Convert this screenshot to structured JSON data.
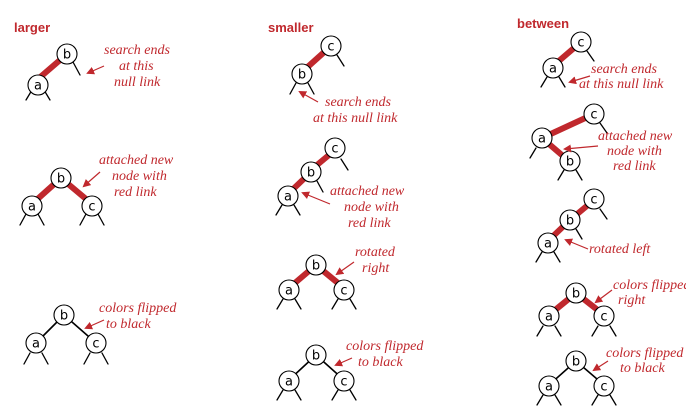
{
  "columns": [
    {
      "heading": "larger",
      "steps": [
        {
          "annotation": [
            "search ends",
            "at this",
            "null link"
          ],
          "nodes": [
            {
              "id": "b",
              "label": "b"
            },
            {
              "id": "a",
              "label": "a"
            }
          ],
          "links": [
            {
              "from": "b",
              "to": "a",
              "color": "red"
            }
          ]
        },
        {
          "annotation": [
            "attached new",
            "node with",
            "red link"
          ],
          "nodes": [
            {
              "id": "b",
              "label": "b"
            },
            {
              "id": "a",
              "label": "a"
            },
            {
              "id": "c",
              "label": "c"
            }
          ],
          "links": [
            {
              "from": "b",
              "to": "a",
              "color": "red"
            },
            {
              "from": "b",
              "to": "c",
              "color": "red"
            }
          ]
        },
        {
          "annotation": [
            "colors flipped",
            "to black"
          ],
          "nodes": [
            {
              "id": "b",
              "label": "b"
            },
            {
              "id": "a",
              "label": "a"
            },
            {
              "id": "c",
              "label": "c"
            }
          ],
          "links": [
            {
              "from": "b",
              "to": "a",
              "color": "black"
            },
            {
              "from": "b",
              "to": "c",
              "color": "black"
            }
          ]
        }
      ]
    },
    {
      "heading": "smaller",
      "steps": [
        {
          "annotation": [
            "search ends",
            "at this null link"
          ],
          "nodes": [
            {
              "id": "c",
              "label": "c"
            },
            {
              "id": "b",
              "label": "b"
            }
          ],
          "links": [
            {
              "from": "c",
              "to": "b",
              "color": "red"
            }
          ]
        },
        {
          "annotation": [
            "attached new",
            "node with",
            "red link"
          ],
          "nodes": [
            {
              "id": "c",
              "label": "c"
            },
            {
              "id": "b",
              "label": "b"
            },
            {
              "id": "a",
              "label": "a"
            }
          ],
          "links": [
            {
              "from": "c",
              "to": "b",
              "color": "red"
            },
            {
              "from": "b",
              "to": "a",
              "color": "red"
            }
          ]
        },
        {
          "annotation": [
            "rotated",
            "right"
          ],
          "nodes": [
            {
              "id": "b",
              "label": "b"
            },
            {
              "id": "a",
              "label": "a"
            },
            {
              "id": "c",
              "label": "c"
            }
          ],
          "links": [
            {
              "from": "b",
              "to": "a",
              "color": "red"
            },
            {
              "from": "b",
              "to": "c",
              "color": "red"
            }
          ]
        },
        {
          "annotation": [
            "colors flipped",
            "to black"
          ],
          "nodes": [
            {
              "id": "b",
              "label": "b"
            },
            {
              "id": "a",
              "label": "a"
            },
            {
              "id": "c",
              "label": "c"
            }
          ],
          "links": [
            {
              "from": "b",
              "to": "a",
              "color": "black"
            },
            {
              "from": "b",
              "to": "c",
              "color": "black"
            }
          ]
        }
      ]
    },
    {
      "heading": "between",
      "steps": [
        {
          "annotation": [
            "search ends",
            "at this null link"
          ],
          "nodes": [
            {
              "id": "c",
              "label": "c"
            },
            {
              "id": "a",
              "label": "a"
            }
          ],
          "links": [
            {
              "from": "c",
              "to": "a",
              "color": "red"
            }
          ]
        },
        {
          "annotation": [
            "attached new",
            "node with",
            "red link"
          ],
          "nodes": [
            {
              "id": "c",
              "label": "c"
            },
            {
              "id": "a",
              "label": "a"
            },
            {
              "id": "b",
              "label": "b"
            }
          ],
          "links": [
            {
              "from": "c",
              "to": "a",
              "color": "red"
            },
            {
              "from": "a",
              "to": "b",
              "color": "red"
            }
          ]
        },
        {
          "annotation": [
            "rotated left"
          ],
          "nodes": [
            {
              "id": "c",
              "label": "c"
            },
            {
              "id": "b",
              "label": "b"
            },
            {
              "id": "a",
              "label": "a"
            }
          ],
          "links": [
            {
              "from": "c",
              "to": "b",
              "color": "red"
            },
            {
              "from": "b",
              "to": "a",
              "color": "red"
            }
          ]
        },
        {
          "annotation": [
            "colors flipped",
            "right"
          ],
          "nodes": [
            {
              "id": "b",
              "label": "b"
            },
            {
              "id": "a",
              "label": "a"
            },
            {
              "id": "c",
              "label": "c"
            }
          ],
          "links": [
            {
              "from": "b",
              "to": "a",
              "color": "red"
            },
            {
              "from": "b",
              "to": "c",
              "color": "red"
            }
          ]
        },
        {
          "annotation": [
            "colors flipped",
            "to black"
          ],
          "nodes": [
            {
              "id": "b",
              "label": "b"
            },
            {
              "id": "a",
              "label": "a"
            },
            {
              "id": "c",
              "label": "c"
            }
          ],
          "links": [
            {
              "from": "b",
              "to": "a",
              "color": "black"
            },
            {
              "from": "b",
              "to": "c",
              "color": "black"
            }
          ]
        }
      ]
    }
  ],
  "colors": {
    "red_link": "#c0282d",
    "black_link": "#000000",
    "annotation": "#c0282d",
    "heading": "#c0282d"
  }
}
